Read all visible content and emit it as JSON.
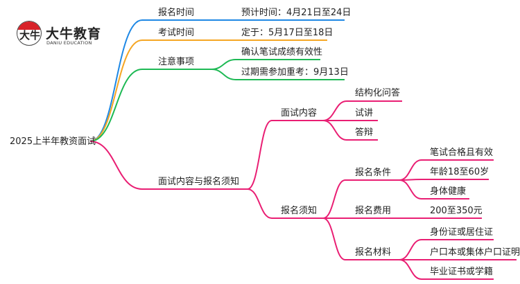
{
  "logo": {
    "glyph": "大牛",
    "title": "大牛教育",
    "subtitle": "DANIU EDUCATION"
  },
  "colors": {
    "blue": "#1e88e5",
    "orange": "#f5a623",
    "green": "#1db954",
    "pink": "#e91e73"
  },
  "root": {
    "label": "2025上半年教资面试"
  },
  "branches": {
    "signup_time": {
      "label": "报名时间",
      "detail": "预计时间：4月21日至24日"
    },
    "exam_time": {
      "label": "考试时间",
      "detail": "定于：5月17日至18日"
    },
    "notes": {
      "label": "注意事项",
      "items": [
        "确认笔试成绩有效性",
        "过期需参加重考：9月13日"
      ]
    },
    "content_and_signup": {
      "label": "面试内容与报名须知",
      "interview_content": {
        "label": "面试内容",
        "items": [
          "结构化问答",
          "试讲",
          "答辩"
        ]
      },
      "signup_notice": {
        "label": "报名须知",
        "conditions": {
          "label": "报名条件",
          "items": [
            "笔试合格且有效",
            "年龄18至60岁",
            "身体健康"
          ]
        },
        "fee": {
          "label": "报名费用",
          "value": "200至350元"
        },
        "materials": {
          "label": "报名材料",
          "items": [
            "身份证或居住证",
            "户口本或集体户口证明",
            "毕业证书或学籍"
          ]
        }
      }
    }
  }
}
